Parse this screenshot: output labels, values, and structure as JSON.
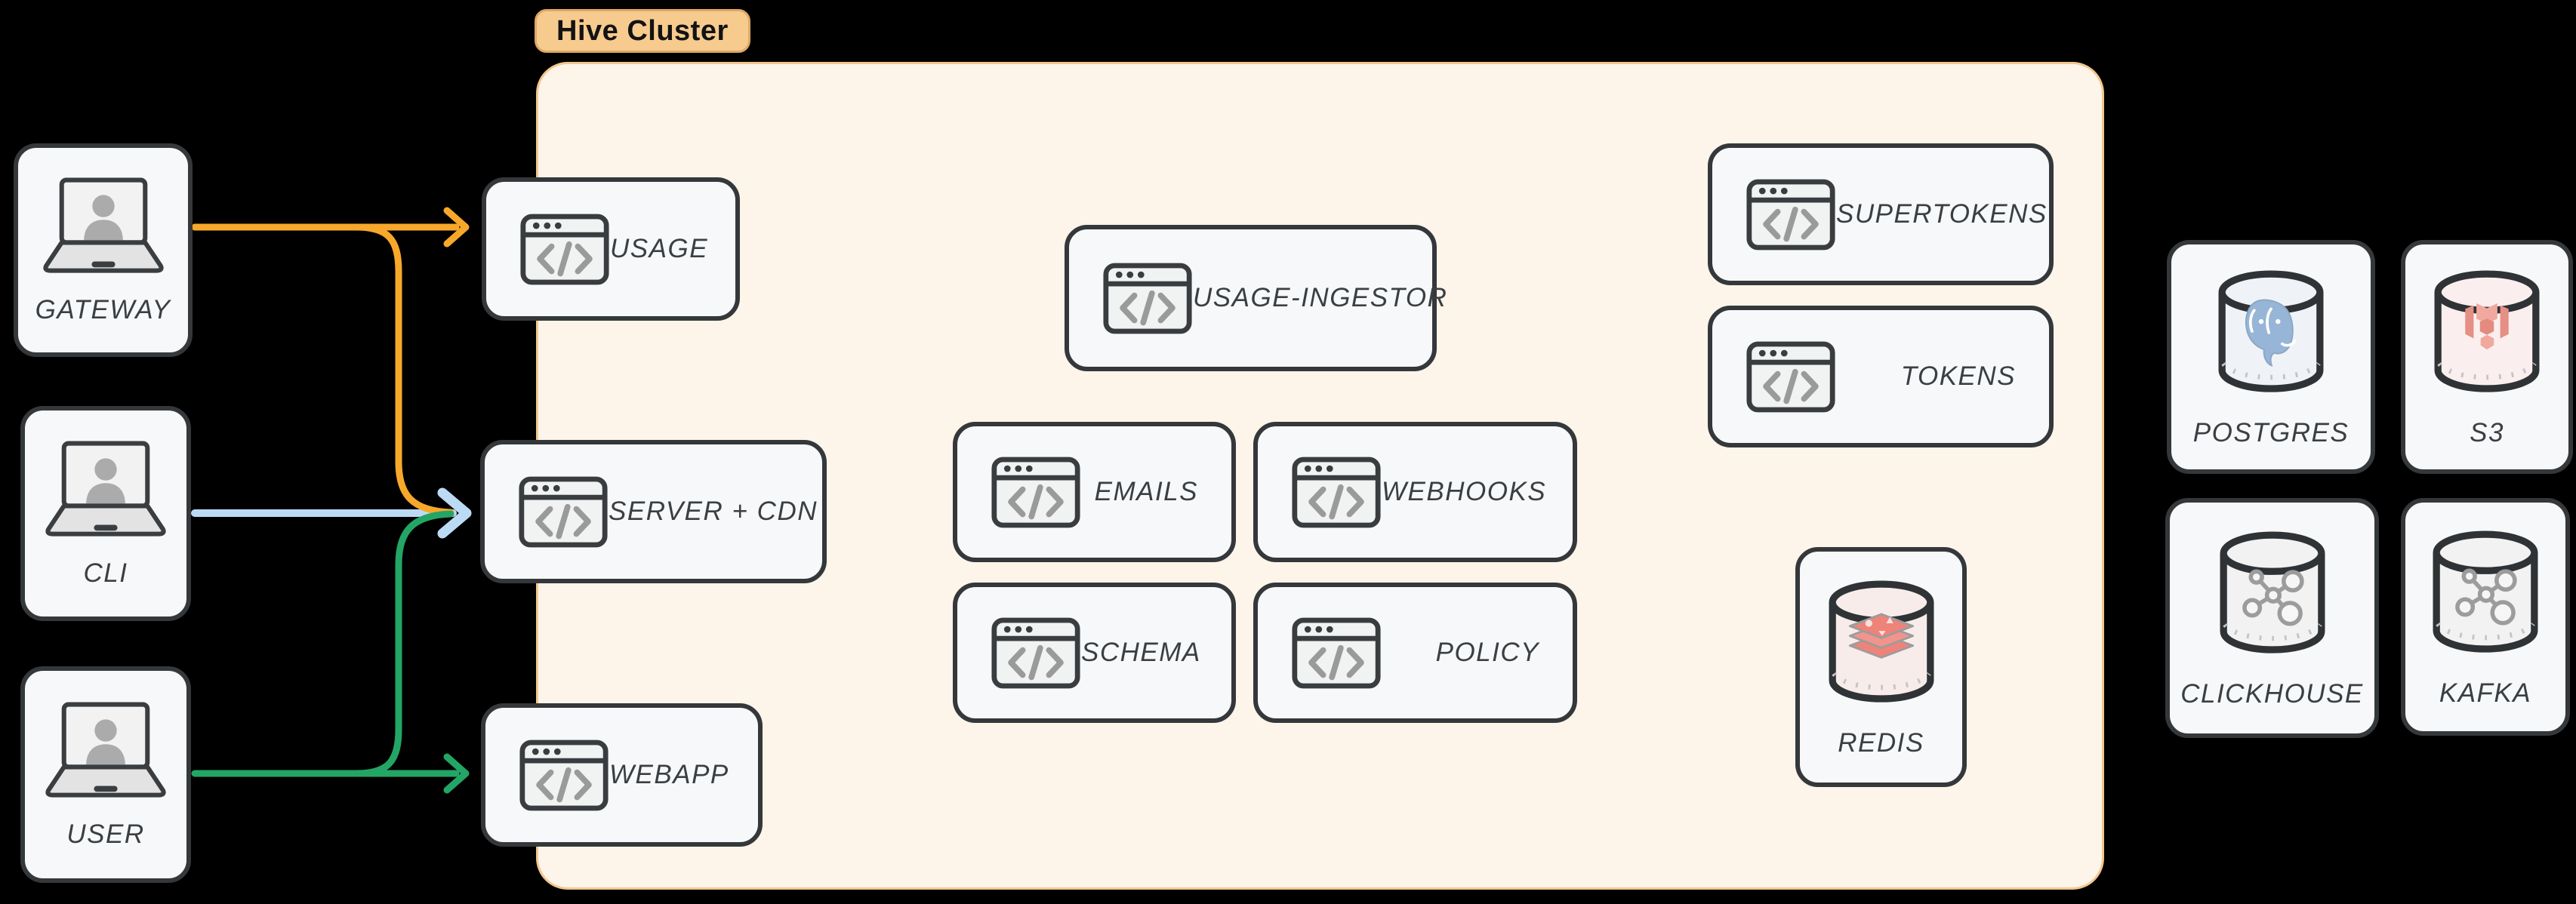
{
  "cluster": {
    "tag": "Hive Cluster"
  },
  "actors": {
    "gateway": {
      "label": "GATEWAY"
    },
    "cli": {
      "label": "CLI"
    },
    "user": {
      "label": "USER"
    }
  },
  "services": {
    "usage": {
      "label": "USAGE"
    },
    "server_cdn": {
      "label": "SERVER + CDN"
    },
    "webapp": {
      "label": "WEBAPP"
    },
    "usage_ingestor": {
      "label": "USAGE-INGESTOR"
    },
    "emails": {
      "label": "EMAILS"
    },
    "webhooks": {
      "label": "WEBHOOKS"
    },
    "schema": {
      "label": "SCHEMA"
    },
    "policy": {
      "label": "POLICY"
    },
    "supertokens": {
      "label": "SUPERTOKENS"
    },
    "tokens": {
      "label": "TOKENS"
    }
  },
  "databases": {
    "redis": {
      "label": "REDIS"
    },
    "postgres": {
      "label": "POSTGRES"
    },
    "s3": {
      "label": "S3"
    },
    "clickhouse": {
      "label": "CLICKHOUSE"
    },
    "kafka": {
      "label": "KAFKA"
    }
  },
  "edges": [
    {
      "from": "GATEWAY",
      "to": "USAGE",
      "color": "#F7A82B"
    },
    {
      "from": "GATEWAY",
      "to": "SERVER + CDN",
      "color": "#F7A82B"
    },
    {
      "from": "CLI",
      "to": "SERVER + CDN",
      "color": "#BDDAF5"
    },
    {
      "from": "USER",
      "to": "WEBAPP",
      "color": "#23A566"
    },
    {
      "from": "USER",
      "to": "SERVER + CDN",
      "color": "#23A566"
    }
  ],
  "colors": {
    "background": "#000000",
    "node_bg": "#F7F8F9",
    "node_border": "#34383B",
    "cluster_bg": "#FDF4EA",
    "cluster_border": "#F3C690",
    "tag_bg": "#F7CB8E",
    "label_text": "#3A3F43",
    "arrow_orange": "#F7A82B",
    "arrow_blue": "#BDDAF5",
    "arrow_green": "#23A566",
    "icon_stroke": "#393D40",
    "icon_gray": "#9A9A9A",
    "postgres_fill": "#EFF3F8",
    "redis_fill": "#F8ECEB",
    "s3_fill": "#FAEFEE",
    "generic_db_fill": "#F2F2F2"
  }
}
